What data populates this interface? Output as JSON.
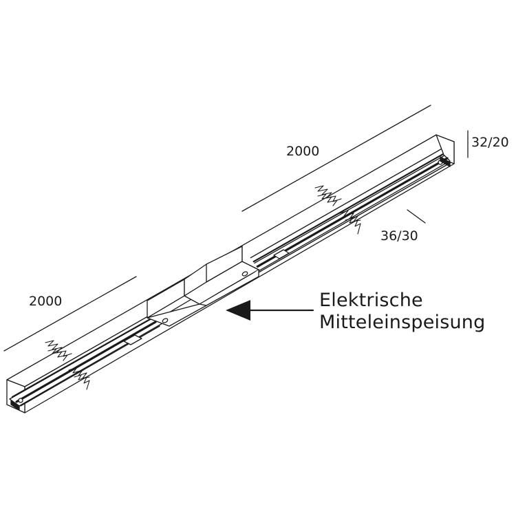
{
  "dimensions": {
    "length_left": "2000",
    "length_right": "2000",
    "height": "32/20",
    "width": "36/30"
  },
  "callout": {
    "line1": "Elektrische",
    "line2": "Mitteleinspeisung"
  },
  "colors": {
    "stroke": "#1a1a1a",
    "rail_fill": "#ffffff",
    "slot_fill": "#1a1a1a"
  }
}
